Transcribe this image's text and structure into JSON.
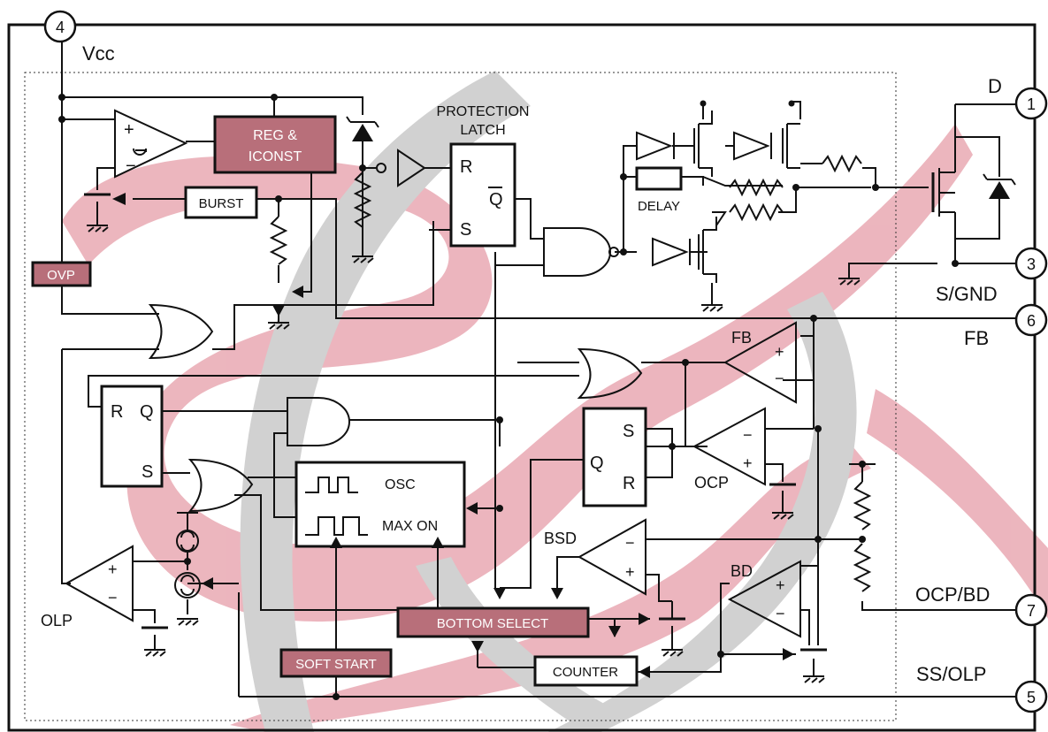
{
  "diagram": {
    "pins": [
      {
        "number": "4",
        "label": "Vcc"
      },
      {
        "number": "1",
        "label": "D"
      },
      {
        "number": "3",
        "label": "S/GND"
      },
      {
        "number": "6",
        "label": "FB"
      },
      {
        "number": "7",
        "label": "OCP/BD"
      },
      {
        "number": "5",
        "label": "SS/OLP"
      }
    ],
    "blocks": {
      "reg_line1": "REG &",
      "reg_line2": "ICONST",
      "burst": "BURST",
      "ovp": "OVP",
      "delay": "DELAY",
      "protection_line1": "PROTECTION",
      "protection_line2": "LATCH",
      "osc": "OSC",
      "max_on": "MAX  ON",
      "bottom_select": "BOTTOM  SELECT",
      "soft_start": "SOFT START",
      "counter": "COUNTER"
    },
    "latch_labels": {
      "r": "R",
      "q_bar": "Q",
      "s": "S"
    },
    "rs_left": {
      "r": "R",
      "q": "Q",
      "s": "S"
    },
    "rs_mid": {
      "s": "S",
      "q": "Q",
      "r": "R"
    },
    "comparators": {
      "fb": "FB",
      "ocp": "OCP",
      "bsd": "BSD",
      "bd": "BD",
      "olp": "OLP"
    },
    "signs": {
      "plus": "+",
      "minus": "−"
    },
    "watermark_colors": {
      "pink": "#e9a9b3",
      "gray": "#c9c9c9",
      "box_fill": "#b86f7a"
    }
  }
}
